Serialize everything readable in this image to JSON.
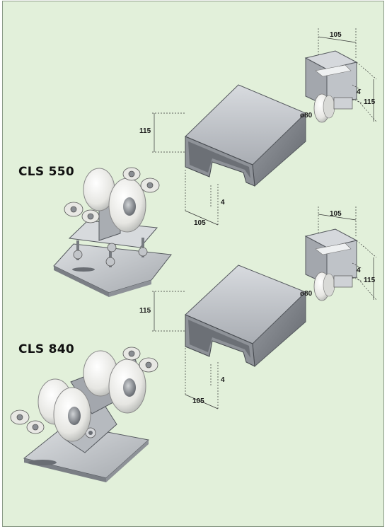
{
  "panel": {
    "background": "#e2f0da",
    "border": "#8a9a86"
  },
  "colors": {
    "steel_light": "#c9ccd0",
    "steel_mid": "#9a9ea4",
    "steel_dark": "#5e6268",
    "wheel": "#eeeeea",
    "wheel_shade": "#b9bbb8",
    "dim_line": "#333333"
  },
  "products": [
    {
      "model": "CLS 550",
      "rail_dims": {
        "height": "115",
        "width": "105",
        "lip": "4"
      },
      "end_cap_dims": {
        "width": "105",
        "height": "115",
        "lip": "4",
        "wheel_diameter": "ø80"
      }
    },
    {
      "model": "CLS 840",
      "rail_dims": {
        "height": "115",
        "width": "105",
        "lip": "4"
      },
      "end_cap_dims": {
        "width": "105",
        "height": "115",
        "lip": "4",
        "wheel_diameter": "ø80"
      }
    }
  ]
}
